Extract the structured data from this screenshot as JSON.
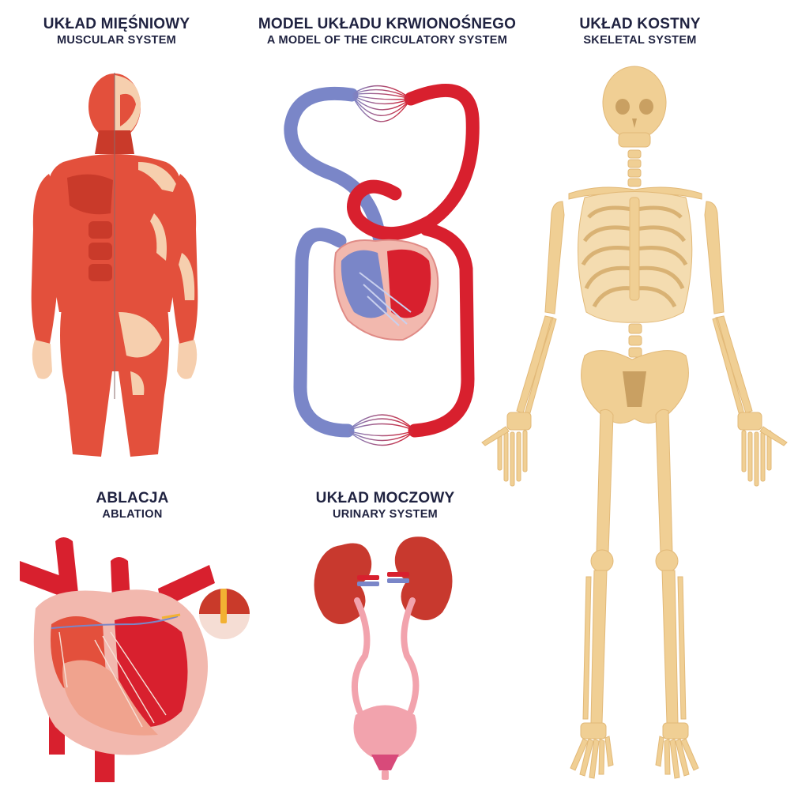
{
  "panels": {
    "muscular": {
      "title_pl": "UKŁAD MIĘŚNIOWY",
      "title_en": "MUSCULAR SYSTEM"
    },
    "circulatory": {
      "title_pl": "MODEL UKŁADU KRWIONOŚNEGO",
      "title_en": "A MODEL OF THE CIRCULATORY SYSTEM"
    },
    "skeletal": {
      "title_pl": "UKŁAD KOSTNY",
      "title_en": "SKELETAL SYSTEM"
    },
    "ablation": {
      "title_pl": "ABLACJA",
      "title_en": "ABLATION"
    },
    "urinary": {
      "title_pl": "UKŁAD MOCZOWY",
      "title_en": "URINARY SYSTEM"
    }
  },
  "colors": {
    "text": "#1f2240",
    "muscle": "#e3503c",
    "muscle_dark": "#c93a2a",
    "skin": "#f6cfae",
    "bone": "#f0cf94",
    "bone_shade": "#c9a062",
    "artery": "#d8202e",
    "vein": "#7a86c8",
    "kidney": "#c8392e",
    "bladder": "#f2a3ad"
  }
}
